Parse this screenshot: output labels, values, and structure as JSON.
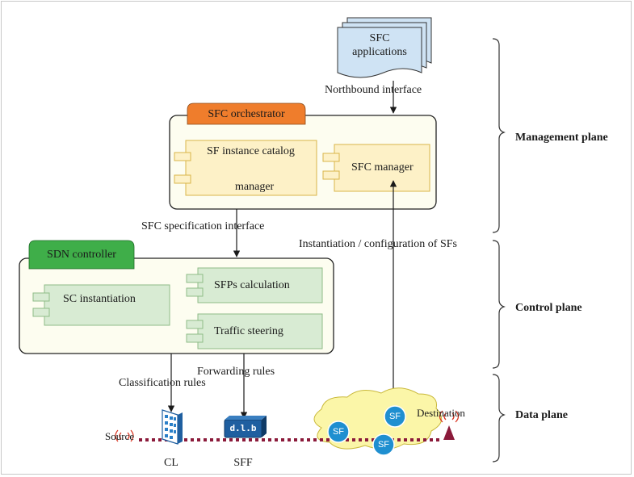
{
  "applications": {
    "label_line1": "SFC",
    "label_line2": "applications"
  },
  "interfaces": {
    "northbound": "Northbound interface",
    "sfc_specification": "SFC specification interface",
    "instantiation": "Instantiation / configuration of SFs",
    "classification_rules": "Classification rules",
    "forwarding_rules": "Forwarding rules"
  },
  "orchestrator": {
    "title": "SFC orchestrator",
    "catalog_line1": "SF instance catalog",
    "catalog_line2": "manager",
    "sfc_manager": "SFC manager"
  },
  "sdn_controller": {
    "title": "SDN controller",
    "sc_instantiation": "SC instantiation",
    "sfps_calculation": "SFPs calculation",
    "traffic_steering": "Traffic steering"
  },
  "data_plane": {
    "source": "Source",
    "destination": "Destination",
    "cl": "CL",
    "sff": "SFF",
    "sff_glyph": "d.l.b",
    "sf_labels": [
      "SF",
      "SF",
      "SF"
    ]
  },
  "planes": {
    "management": "Management plane",
    "control": "Control plane",
    "data": "Data plane"
  },
  "colors": {
    "orchestrator_tab": "#ef7d2c",
    "controller_tab": "#3fae49",
    "yellow_component": "#fdf1c7",
    "green_component": "#d8ebd3",
    "container_fill": "#fdfdf0",
    "apps_doc": "#cfe3f4",
    "cloud": "#fbf6a8",
    "sf_node": "#1f8fd0",
    "path_line": "#8b1a3a"
  }
}
